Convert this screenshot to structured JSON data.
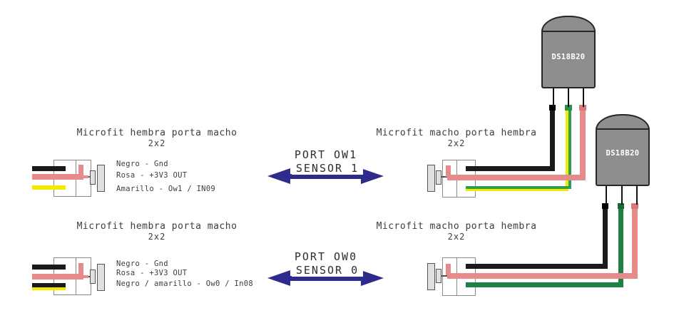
{
  "connectors": {
    "left_top": {
      "title": "Microfit hembra porta macho",
      "subtitle": "2x2",
      "wire_labels": [
        "Negro - Gnd",
        "Rosa - +3V3 OUT",
        "Amarillo - Ow1 / IN09"
      ]
    },
    "left_bottom": {
      "title": "Microfit hembra porta macho",
      "subtitle": "2x2",
      "wire_labels": [
        "Negro - Gnd",
        "Rosa - +3V3 OUT",
        "Negro / amarillo - Ow0 / In08"
      ]
    },
    "right_top": {
      "title": "Microfit macho porta hembra",
      "subtitle": "2x2"
    },
    "right_bottom": {
      "title": "Microfit macho porta hembra",
      "subtitle": "2x2"
    }
  },
  "ports": {
    "ow1": {
      "line1": "PORT OW1",
      "line2": "SENSOR 1"
    },
    "ow0": {
      "line1": "PORT OW0",
      "line2": "SENSOR 0"
    }
  },
  "sensors": {
    "top": {
      "label": "DS18B20"
    },
    "bottom": {
      "label": "DS18B20"
    }
  },
  "colors": {
    "wire_black": "#1a1a1a",
    "wire_pink": "#e68a8c",
    "wire_yellow": "#f4ea00",
    "wire_green": "#2f9e52",
    "wire_dark_green": "#1e8044",
    "arrow_blue": "#2e2b8c",
    "sensor_body_gray": "#8e8e8e",
    "connector_gray": "#e0e0e0"
  }
}
